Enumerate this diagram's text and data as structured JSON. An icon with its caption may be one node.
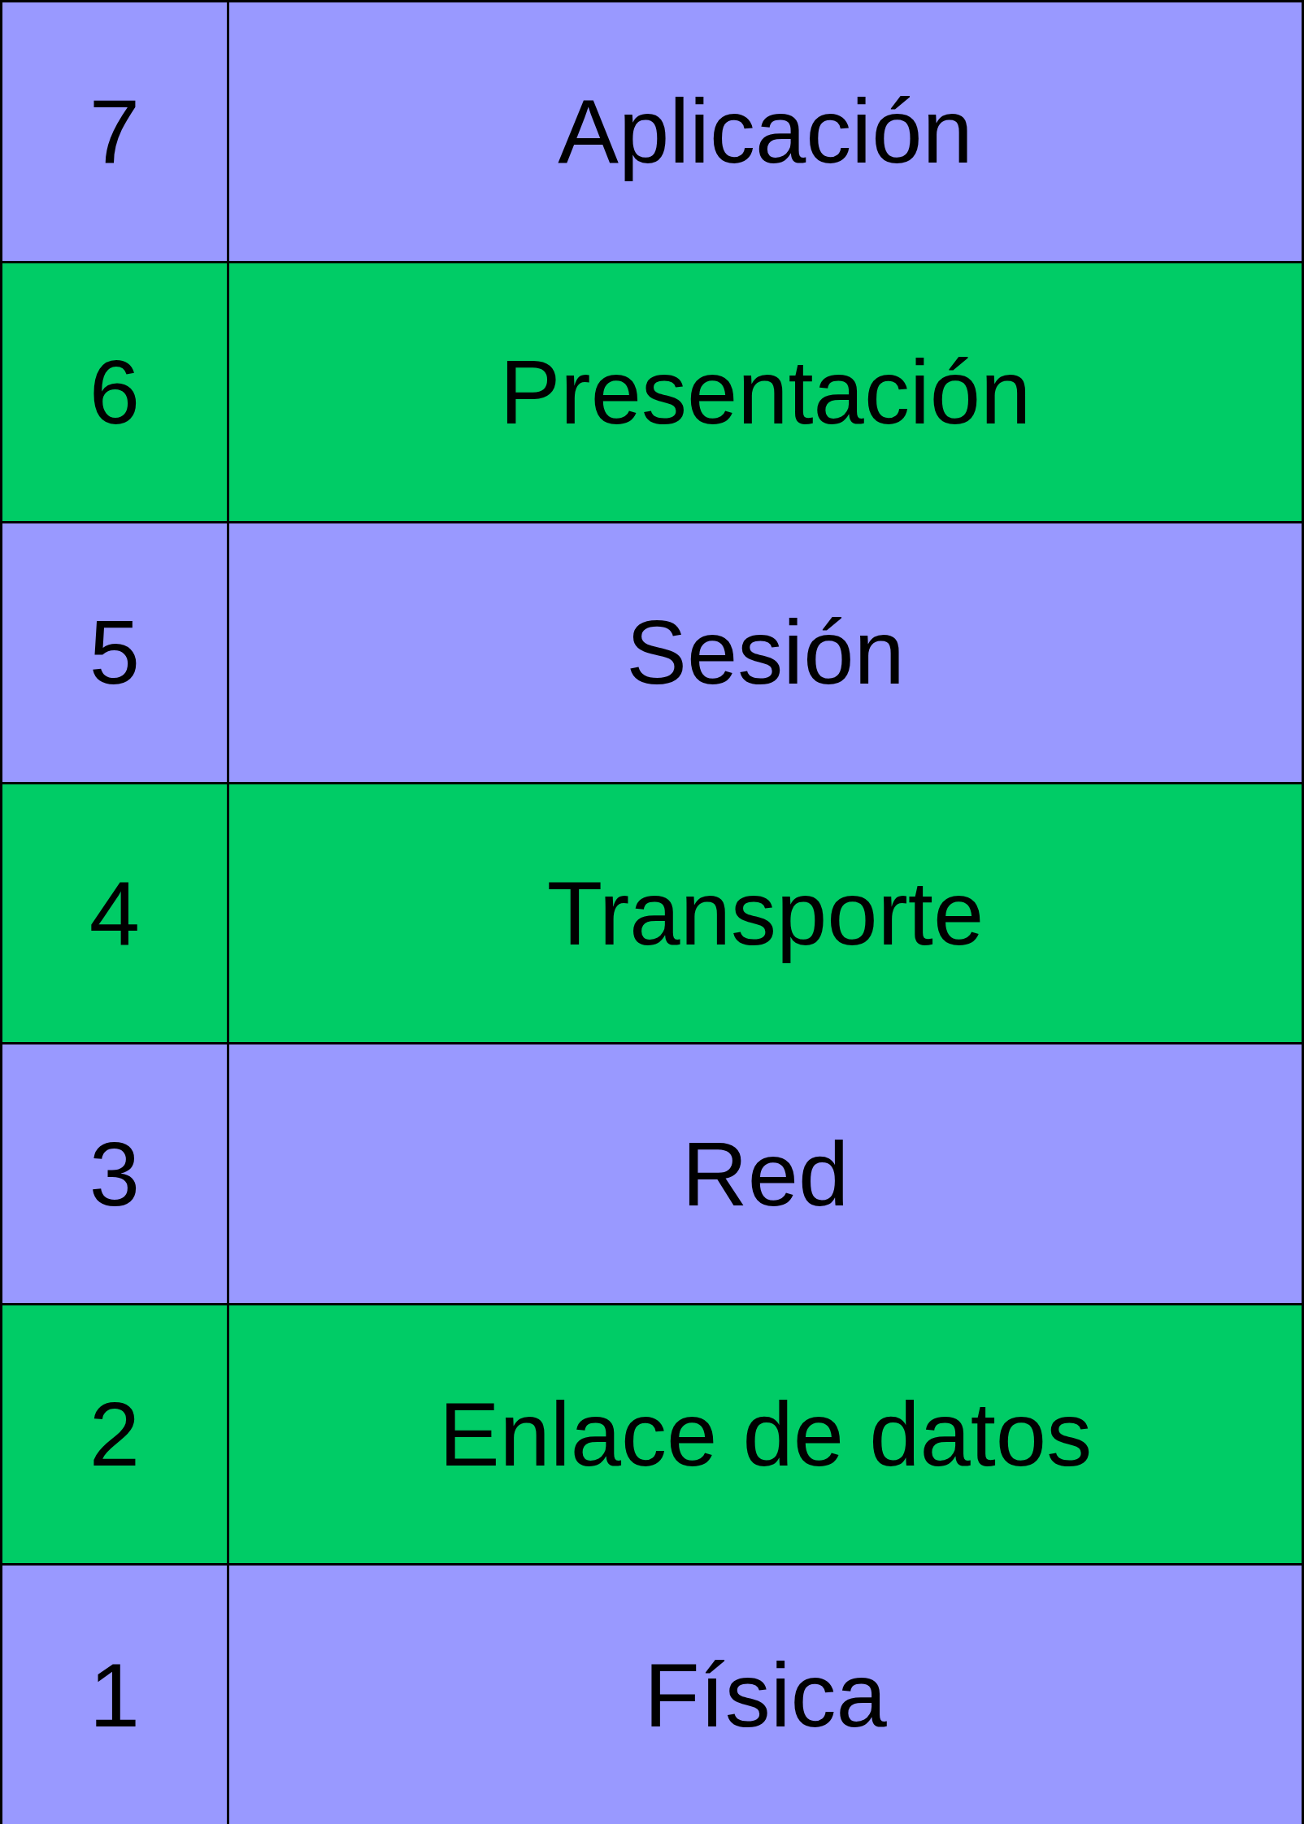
{
  "diagram": {
    "labels": [
      "7",
      "Aplicación",
      "6",
      "Presentación",
      "5",
      "Sesión",
      "4",
      "Transporte",
      "3",
      "Red",
      "2",
      "Enlace de datos",
      "1",
      "Física"
    ]
  }
}
